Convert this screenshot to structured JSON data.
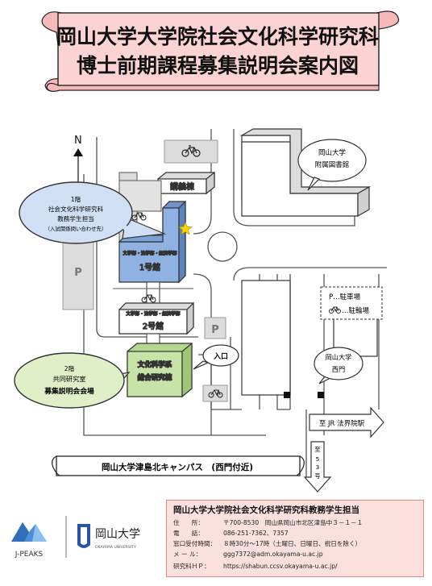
{
  "header": {
    "line1": "岡山大学大学院社会文化科学研究科",
    "line2": "博士前期課程募集説明会案内図"
  },
  "compass": {
    "north": "N"
  },
  "buildings": {
    "lecture_hall": "講義棟",
    "library_line1": "岡山大学",
    "library_line2": "附属図書館",
    "bldg1_sub": "文学部・法学部・経済学部",
    "bldg1_name": "1号館",
    "bldg2_sub": "文学部・法学部・経済学部",
    "bldg2_name": "2号館",
    "research_line1": "文化科学系",
    "research_line2": "総合研究棟"
  },
  "callouts": {
    "office_floor": "1階",
    "office_line1": "社会文化科学研究科",
    "office_line2": "教務学生担当",
    "office_line3": "（入試関係問い合わせ先）",
    "venue_floor": "2階",
    "venue_line1": "共同研究室",
    "venue_line2": "募集説明会会場",
    "entrance": "入口",
    "west_gate_line1": "岡山大学",
    "west_gate_line2": "西門"
  },
  "legend": {
    "parking": "P…駐車場",
    "bicycle": "…駐輪場",
    "parking_mark": "P"
  },
  "signs": {
    "jr_station": "至 JR 法界院駅",
    "route53": "至53号"
  },
  "campus_label": "岡山大学津島北キャンパス　(西門付近)",
  "contact": {
    "title": "岡山大学大学院社会文化科学研究科教務学生担当",
    "address_label": "住　　所：",
    "address": "〒700-8530　岡山県岡山市北区津島中３－１－１",
    "phone_label": "電　　話：",
    "phone": "086-251-7362、7357",
    "hours_label": "窓口受付時間：",
    "hours": "８時30分～17時（土曜日、日曜日、祝日を除く）",
    "mail_label": "メ ー ル：",
    "mail": "ggg7372@adm.okayama-u.ac.jp",
    "hp_label": "研究科ＨＰ：",
    "hp": "https://shabun.ccsv.okayama-u.ac.jp/"
  },
  "logos": {
    "jpeaks": "J-PEAKS",
    "univ_jp": "岡山大学",
    "univ_en": "OKAYAMA UNIVERSITY"
  },
  "colors": {
    "banner": "#fbd3d3",
    "bldg1": "#8fb2e3",
    "research_bldg": "#c8e3a8",
    "office_callout": "#cfe0f4",
    "venue_callout": "#dff0c8",
    "accent_star": "#f5d800"
  }
}
